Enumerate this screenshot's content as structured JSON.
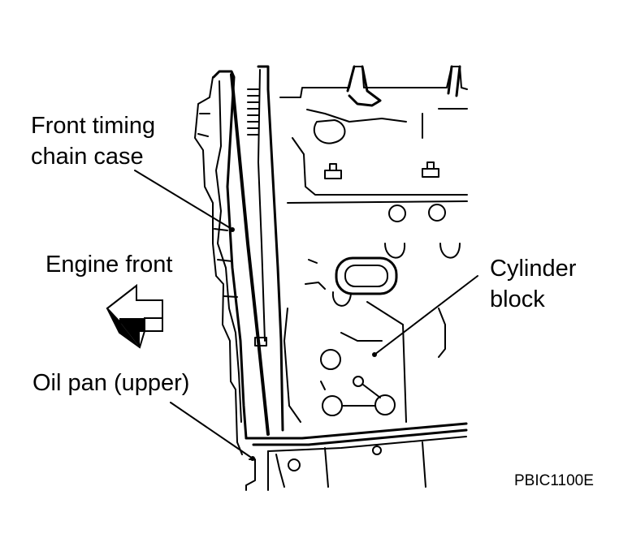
{
  "labels": {
    "front_timing_chain_case_line1": "Front timing",
    "front_timing_chain_case_line2": "chain case",
    "engine_front": "Engine front",
    "cylinder_block_line1": "Cylinder",
    "cylinder_block_line2": "block",
    "oil_pan_upper": "Oil pan (upper)"
  },
  "figure_code": "PBIC1100E",
  "icons": {
    "direction_arrow": "arrow-left-icon"
  },
  "colors": {
    "ink": "#000000",
    "background": "#ffffff"
  }
}
